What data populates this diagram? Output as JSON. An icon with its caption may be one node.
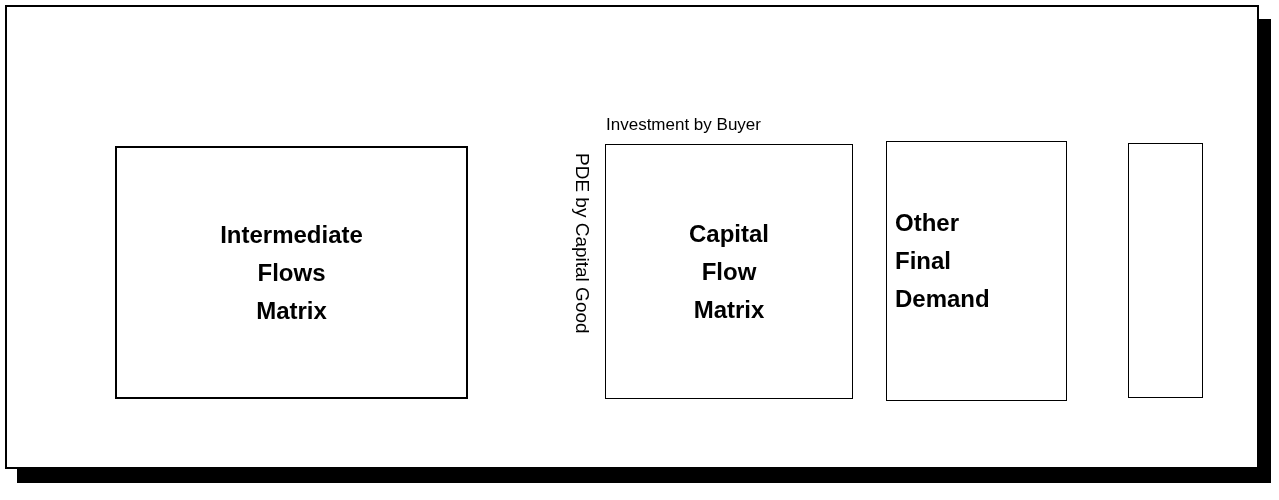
{
  "diagram": {
    "nodes": [
      {
        "text": [
          "Intermediate Flows Matrix"
        ]
      },
      {
        "text": [
          "Capital Flow Matrix"
        ],
        "beside": [
          "Investment by Buyer",
          "PDE by Capital Good"
        ]
      },
      {
        "text": [
          "Other Final Demand"
        ]
      },
      {
        "text": [],
        "shape": "box"
      }
    ]
  }
}
